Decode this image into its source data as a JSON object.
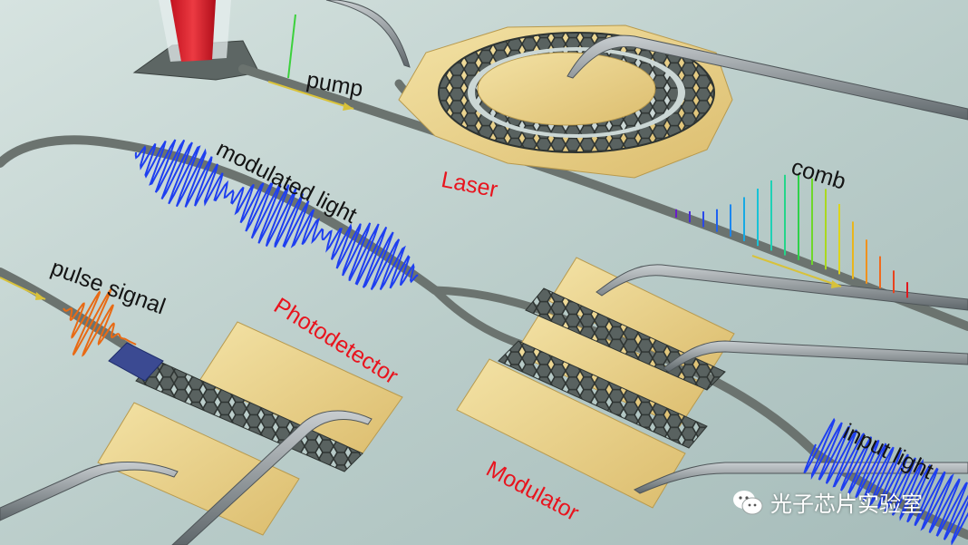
{
  "labels": {
    "pump": "pump",
    "laser": "Laser",
    "modulated_light": "modulated light",
    "comb": "comb",
    "pulse_signal": "pulse signal",
    "photodetector": "Photodetector",
    "modulator": "Modulator",
    "input_light": "input light"
  },
  "watermark": {
    "text": "光子芯片实验室",
    "icon": "wechat-icon"
  },
  "colors": {
    "background": "#b6c9c6",
    "waveguide": "#6b736f",
    "gold": "#e8cf86",
    "graphene": "#3a3f3d",
    "wave_blue": "#1f3ff0",
    "pulse_orange": "#e86a14",
    "label_red": "#e8141e",
    "label_black": "#141414",
    "laser_beam": "#d11f2a",
    "probe": "#8e9599"
  },
  "icons": [
    "laser-beam",
    "probe-needle",
    "graphene-ring",
    "wechat-icon"
  ]
}
